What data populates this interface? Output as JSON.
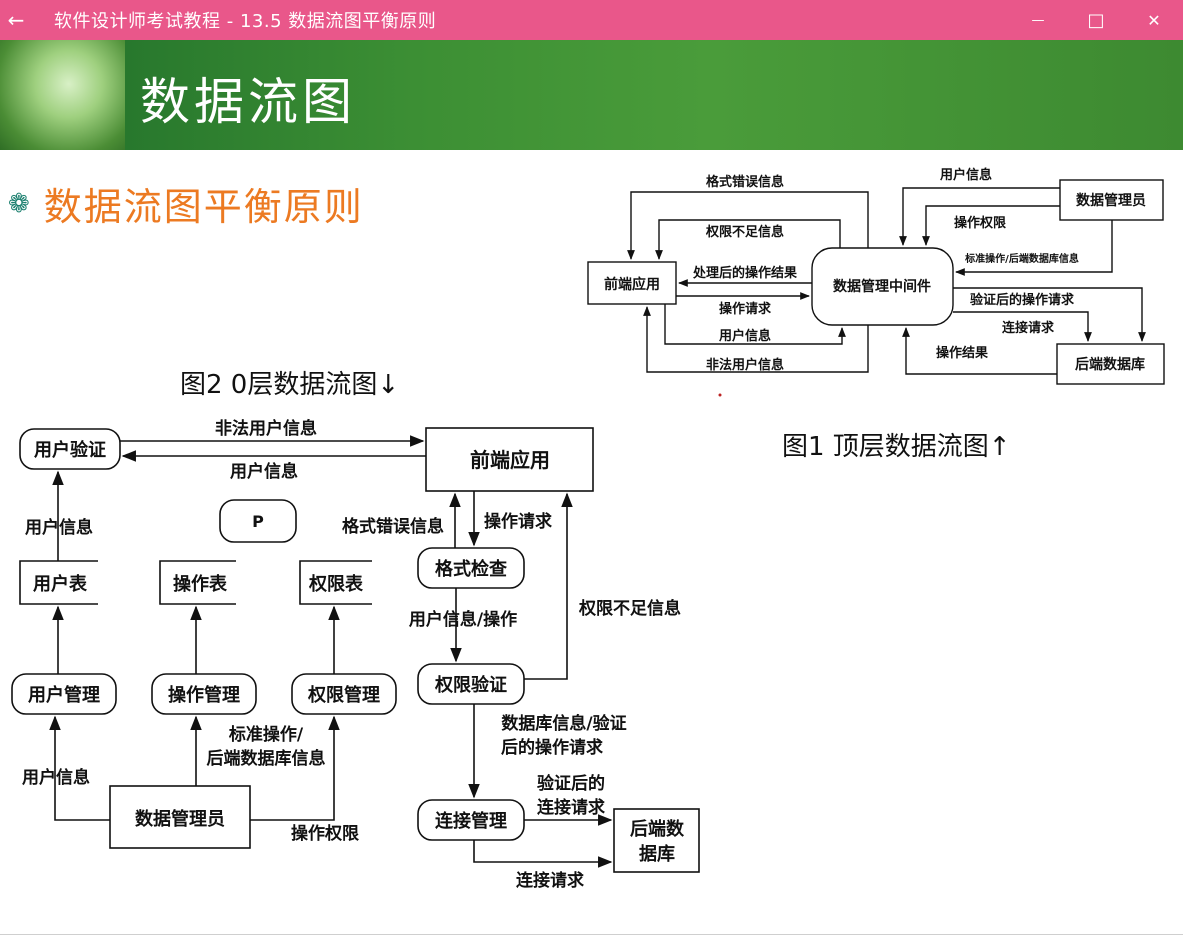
{
  "window": {
    "title": "软件设计师考试教程 - 13.5  数据流图平衡原则",
    "back_glyph": "←",
    "min_glyph": "—",
    "max_glyph": "□",
    "close_glyph": "✕"
  },
  "slide": {
    "heading": "数据流图",
    "subtitle": "数据流图平衡原则",
    "bullet_glyph": "❁"
  },
  "fig1": {
    "caption": "图1   顶层数据流图↑",
    "nodes": {
      "frontend": "前端应用",
      "middleware": "数据管理中间件",
      "admin": "数据管理员",
      "backend": "后端数据库"
    },
    "flows": {
      "format_error": "格式错误信息",
      "insufficient_perm": "权限不足信息",
      "processed_result": "处理后的操作结果",
      "op_request": "操作请求",
      "user_info": "用户信息",
      "illegal_user": "非法用户信息",
      "admin_user_info": "用户信息",
      "op_permission": "操作权限",
      "std_op": "标准操作/后端数据库信息",
      "verified_request": "验证后的操作请求",
      "connect_request": "连接请求",
      "op_result": "操作结果"
    }
  },
  "fig2": {
    "caption": "图2  0层数据流图↓",
    "nodes": {
      "user_verify": "用户验证",
      "frontend": "前端应用",
      "p": "P",
      "user_table": "用户表",
      "op_table": "操作表",
      "perm_table": "权限表",
      "format_check": "格式检查",
      "perm_verify": "权限验证",
      "user_mgmt": "用户管理",
      "op_mgmt": "操作管理",
      "perm_mgmt": "权限管理",
      "admin": "数据管理员",
      "conn_mgmt": "连接管理",
      "backend_l1": "后端数",
      "backend_l2": "据库"
    },
    "flows": {
      "illegal_user": "非法用户信息",
      "user_info_top": "用户信息",
      "user_info_left": "用户信息",
      "format_error": "格式错误信息",
      "op_request": "操作请求",
      "user_info_op": "用户信息/操作",
      "insufficient_perm": "权限不足信息",
      "std_op_l1": "标准操作/",
      "std_op_l2": "后端数据库信息",
      "user_info_bottom": "用户信息",
      "op_permission": "操作权限",
      "db_info_l1": "数据库信息/验证",
      "db_info_l2": "后的操作请求",
      "verified_conn_l1": "验证后的",
      "verified_conn_l2": "连接请求",
      "connect_request": "连接请求"
    }
  }
}
